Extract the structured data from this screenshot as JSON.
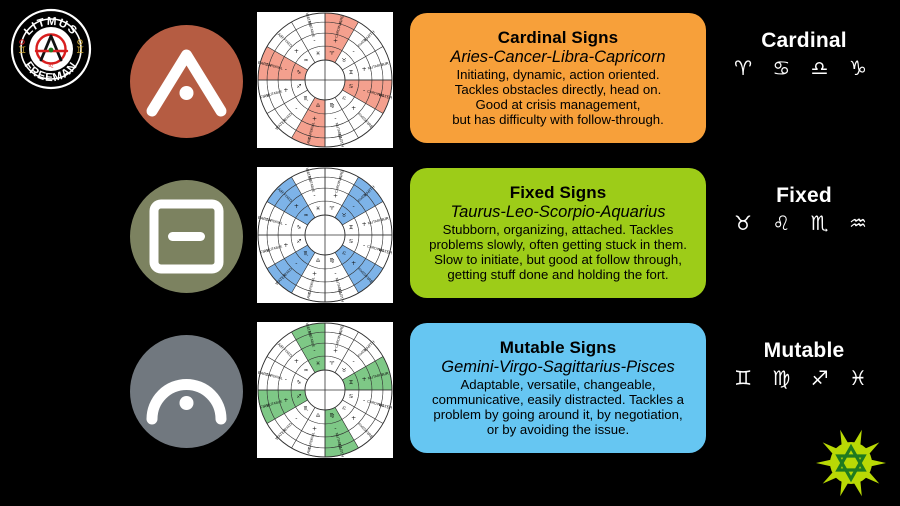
{
  "meta": {
    "background_color": "#000000",
    "text_color": "#ffffff"
  },
  "brand": {
    "top_text": "LITMUS",
    "bottom_text": "FREEMAN",
    "center_symbol": "anarchy-a",
    "left_symbol": "♊",
    "right_symbol": "♊",
    "ring_color": "#ffffff",
    "accent_color": "#d81e1e"
  },
  "rows": [
    {
      "key": "cardinal",
      "icon": {
        "name": "cardinal-chevron-icon",
        "circle_color": "#b55c42",
        "glyph_color": "#ffffff",
        "shape": "chevron-up-with-dot"
      },
      "wheel": {
        "name": "zodiac-wheel-cardinal",
        "highlight_color": "#f4a08e",
        "highlighted_modality": "CARDINAL",
        "rings": [
          "ELEMENT",
          "MODALITY",
          "POLARITY",
          "SIGN"
        ],
        "elements": [
          "FIRE",
          "EARTH",
          "AIR",
          "WATER",
          "FIRE",
          "EARTH",
          "AIR",
          "WATER",
          "FIRE",
          "EARTH",
          "AIR",
          "WATER"
        ],
        "modalities": [
          "CARDINAL",
          "FIXED",
          "MUTABLE",
          "CARDINAL",
          "FIXED",
          "MUTABLE",
          "CARDINAL",
          "FIXED",
          "MUTABLE",
          "CARDINAL",
          "FIXED",
          "MUTABLE"
        ],
        "polarities": [
          "+",
          "-",
          "+",
          "-",
          "+",
          "-",
          "+",
          "-",
          "+",
          "-",
          "+",
          "-"
        ],
        "signs": [
          "♈",
          "♉",
          "♊",
          "♋",
          "♌",
          "♍",
          "♎",
          "♏",
          "♐",
          "♑",
          "♒",
          "♓"
        ]
      },
      "panel": {
        "name": "cardinal-panel",
        "color": "#f7a03a",
        "title": "Cardinal Signs",
        "signs": "Aries-Cancer-Libra-Capricorn",
        "lines": [
          "Initiating, dynamic, action oriented.",
          "Tackles obstacles directly, head on.",
          "Good at crisis management,",
          "but has difficulty with follow-through."
        ]
      },
      "label": {
        "name": "Cardinal",
        "glyphs": "♈ ♋ ♎ ♑"
      }
    },
    {
      "key": "fixed",
      "icon": {
        "name": "fixed-square-minus-icon",
        "circle_color": "#7c8260",
        "glyph_color": "#ffffff",
        "shape": "rounded-square-with-bar"
      },
      "wheel": {
        "name": "zodiac-wheel-fixed",
        "highlight_color": "#7db3e8",
        "highlighted_modality": "FIXED",
        "rings": [
          "ELEMENT",
          "MODALITY",
          "POLARITY",
          "SIGN"
        ],
        "elements": [
          "FIRE",
          "EARTH",
          "AIR",
          "WATER",
          "FIRE",
          "EARTH",
          "AIR",
          "WATER",
          "FIRE",
          "EARTH",
          "AIR",
          "WATER"
        ],
        "modalities": [
          "CARDINAL",
          "FIXED",
          "MUTABLE",
          "CARDINAL",
          "FIXED",
          "MUTABLE",
          "CARDINAL",
          "FIXED",
          "MUTABLE",
          "CARDINAL",
          "FIXED",
          "MUTABLE"
        ],
        "polarities": [
          "+",
          "-",
          "+",
          "-",
          "+",
          "-",
          "+",
          "-",
          "+",
          "-",
          "+",
          "-"
        ],
        "signs": [
          "♈",
          "♉",
          "♊",
          "♋",
          "♌",
          "♍",
          "♎",
          "♏",
          "♐",
          "♑",
          "♒",
          "♓"
        ]
      },
      "panel": {
        "name": "fixed-panel",
        "color": "#9dcc18",
        "title": "Fixed Signs",
        "signs": "Taurus-Leo-Scorpio-Aquarius",
        "lines": [
          "Stubborn, organizing, attached. Tackles",
          "problems slowly, often getting stuck in them.",
          "Slow to initiate, but good at follow through,",
          "getting stuff done and holding the fort."
        ]
      },
      "label": {
        "name": "Fixed",
        "glyphs": "♉ ♌ ♏ ♒"
      }
    },
    {
      "key": "mutable",
      "icon": {
        "name": "mutable-arch-icon",
        "circle_color": "#71787f",
        "glyph_color": "#ffffff",
        "shape": "arch-with-dot"
      },
      "wheel": {
        "name": "zodiac-wheel-mutable",
        "highlight_color": "#7ec886",
        "highlighted_modality": "MUTABLE",
        "rings": [
          "ELEMENT",
          "MODALITY",
          "POLARITY",
          "SIGN"
        ],
        "elements": [
          "FIRE",
          "EARTH",
          "AIR",
          "WATER",
          "FIRE",
          "EARTH",
          "AIR",
          "WATER",
          "FIRE",
          "EARTH",
          "AIR",
          "WATER"
        ],
        "modalities": [
          "CARDINAL",
          "FIXED",
          "MUTABLE",
          "CARDINAL",
          "FIXED",
          "MUTABLE",
          "CARDINAL",
          "FIXED",
          "MUTABLE",
          "CARDINAL",
          "FIXED",
          "MUTABLE"
        ],
        "polarities": [
          "+",
          "-",
          "+",
          "-",
          "+",
          "-",
          "+",
          "-",
          "+",
          "-",
          "+",
          "-"
        ],
        "signs": [
          "♈",
          "♉",
          "♊",
          "♋",
          "♌",
          "♍",
          "♎",
          "♏",
          "♐",
          "♑",
          "♒",
          "♓"
        ]
      },
      "panel": {
        "name": "mutable-panel",
        "color": "#66c6f2",
        "title": "Mutable Signs",
        "signs": "Gemini-Virgo-Sagittarius-Pisces",
        "lines": [
          "Adaptable, versatile, changeable,",
          "communicative, easily distracted. Tackles a",
          "problem by going around it, by negotiation,",
          "or by avoiding the issue."
        ]
      },
      "label": {
        "name": "Mutable",
        "glyphs": "♊ ♍ ♐ ♓"
      }
    }
  ],
  "sun_emblem": {
    "name": "sun-hexagram-emblem",
    "ray_color": "#b9d905",
    "disc_color": "#b9d905",
    "symbol_color": "#1f7a1f",
    "symbol": "hexagram"
  }
}
